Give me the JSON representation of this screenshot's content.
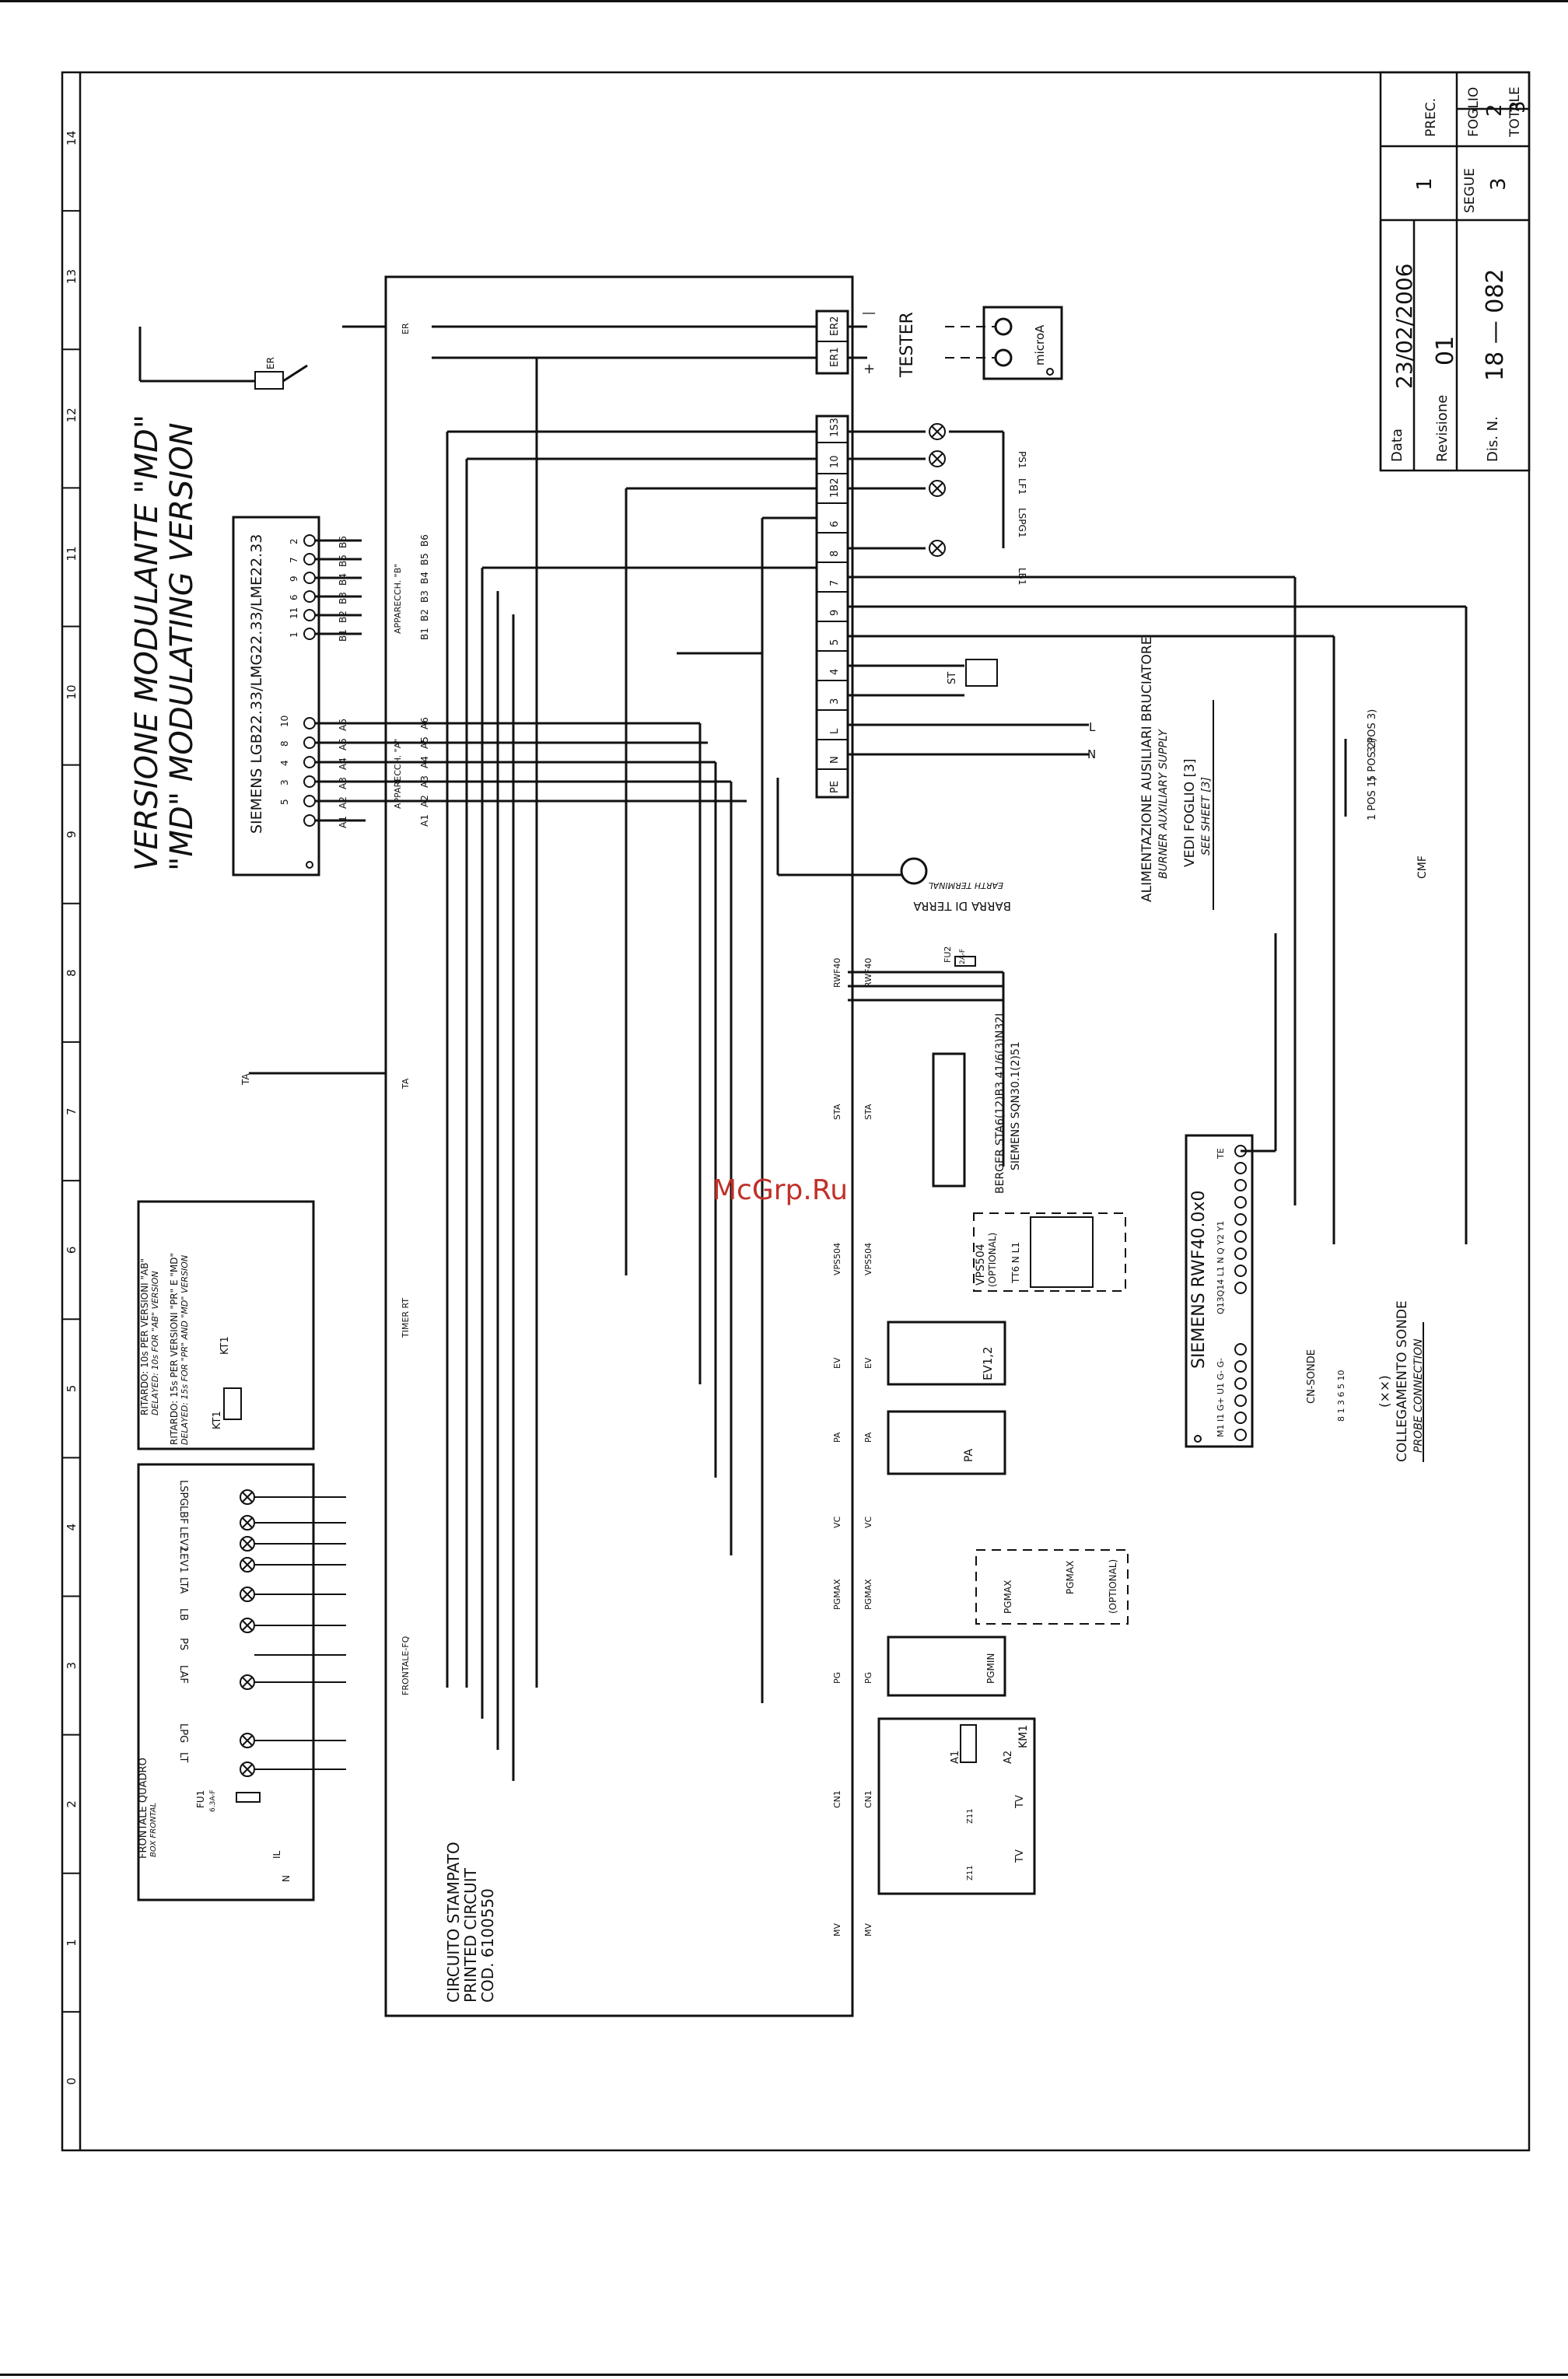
{
  "ruler": [
    "0",
    "1",
    "2",
    "3",
    "4",
    "5",
    "6",
    "7",
    "8",
    "9",
    "10",
    "11",
    "12",
    "13",
    "14"
  ],
  "title_block": {
    "foglio_label": "FOGLIO",
    "foglio": "2",
    "totale_label": "TOTALE",
    "totale": "3",
    "prec_label": "PREC.",
    "prec": "1",
    "segue_label": "SEGUE",
    "segue": "3",
    "data_label": "Data",
    "data": "23/02/2006",
    "revisione_label": "Revisione",
    "revisione": "01",
    "dis_label": "Dis. N.",
    "dis_n": "18 — 082"
  },
  "heading": {
    "it": "VERSIONE MODULANTE \"MD\"",
    "en": "\"MD\" MODULATING VERSION"
  },
  "equipment": {
    "siemens_box": "SIEMENS LGB22.33/LMG22.33/LME22.33",
    "pins_top": [
      "2",
      "7",
      "9",
      "6",
      "11",
      "1"
    ],
    "pins_bottom": [
      "10",
      "8",
      "4",
      "3",
      "5"
    ],
    "labels_b": [
      "B6",
      "B5",
      "B4",
      "B3",
      "B2",
      "B1"
    ],
    "labels_a": [
      "A6",
      "A5",
      "A4",
      "A3",
      "A2",
      "A1"
    ],
    "apparecch_b": "APPARECCH. \"B\"",
    "apparecch_a": "APPARECCH. \"A\""
  },
  "pcb": {
    "it": "CIRCUITO STAMPATO",
    "en": "PRINTED CIRCUIT",
    "code": "COD. 6100550",
    "terminals": [
      "ER2",
      "ER1",
      "1S3",
      "10",
      "1B2",
      "6",
      "8",
      "7",
      "9",
      "5",
      "4",
      "3",
      "L",
      "N",
      "PE"
    ]
  },
  "tester": {
    "label": "TESTER",
    "instrument": "microA",
    "plus": "+",
    "minus": "—"
  },
  "lamps": [
    "PS1",
    "LF1",
    "LSPG1",
    "LB1"
  ],
  "auxiliary": {
    "it": "ALIMENTAZIONE AUSILIARI BRUCIATORE",
    "en": "BURNER AUXILIARY SUPPLY",
    "ref_it": "VEDI FOGLIO [3]",
    "ref_en": "SEE SHEET [3]",
    "L": "L",
    "N": "N"
  },
  "earth": {
    "it": "BARRA DI TERRA",
    "en": "EARTH TERMINAL"
  },
  "connectors": [
    "ER",
    "TA",
    "TIMER RT",
    "EV",
    "PA",
    "VC",
    "PGMAX",
    "PG",
    "CN1",
    "MV",
    "RWF40",
    "STA",
    "VPS504",
    "FRONTALE-FQ"
  ],
  "sta_block": {
    "line1": "BERGER STA6(12)B3.41/6(3)N32L",
    "line2": "SIEMENS SQN30.1(2)51"
  },
  "rwf": {
    "title": "SIEMENS RWF40.0x0",
    "terminals": "Q13Q14 L1 N Q Y2 Y1",
    "inputs": "M1 I1 G+ U1 G- G-",
    "te": "TE",
    "fu2": "FU2",
    "fu2_rating": "2A-F"
  },
  "probe": {
    "symbol": "(××)",
    "it": "COLLEGAMENTO SONDE",
    "en": "PROBE CONNECTION",
    "cn": "CN-SONDE",
    "pins": "8 1 3 6 5 10"
  },
  "cmf": {
    "label": "CMF",
    "pos1": "1 POS 1)",
    "pos2": "5 POS 2)",
    "pos3": "3 POS 3)"
  },
  "kt1_box": {
    "r1_it": "RITARDO: 10s PER VERSIONI \"AB\"",
    "r1_en": "DELAYED: 10s FOR \"AB\" VERSION",
    "r2_it": "RITARDO: 15s PER VERSIONI \"PR\" E \"MD\"",
    "r2_en": "DELAYED: 15s FOR \"PR\" AND \"MD\" VERSION",
    "kt1": "KT1"
  },
  "front_panel": {
    "it": "FRONTALE QUADRO",
    "en": "BOX FRONTAL",
    "items": [
      "LSPG",
      "LBF",
      "LEV2",
      "LEV1",
      "LTA",
      "LB",
      "PS",
      "LAF",
      "LPG",
      "LT"
    ],
    "fu1": "FU1",
    "fu1_rating": "6.3A-F",
    "il": "IL",
    "n": "N"
  },
  "components": {
    "vps": "VPS504",
    "vps_opt": "(OPTIONAL)",
    "vps_pins": "TT6 N L1",
    "ev": "EV1,2",
    "pa": "PA",
    "pgmax": "PGMAX",
    "pgmax_opt": "(OPTIONAL)",
    "pgmin": "PGMIN",
    "km1": "KM1",
    "a1": "A1",
    "a2": "A2",
    "tv": "TV",
    "z11": "Z11",
    "st": "ST",
    "er": "ER",
    "ta": "TA"
  },
  "watermark": "McGrp.Ru"
}
